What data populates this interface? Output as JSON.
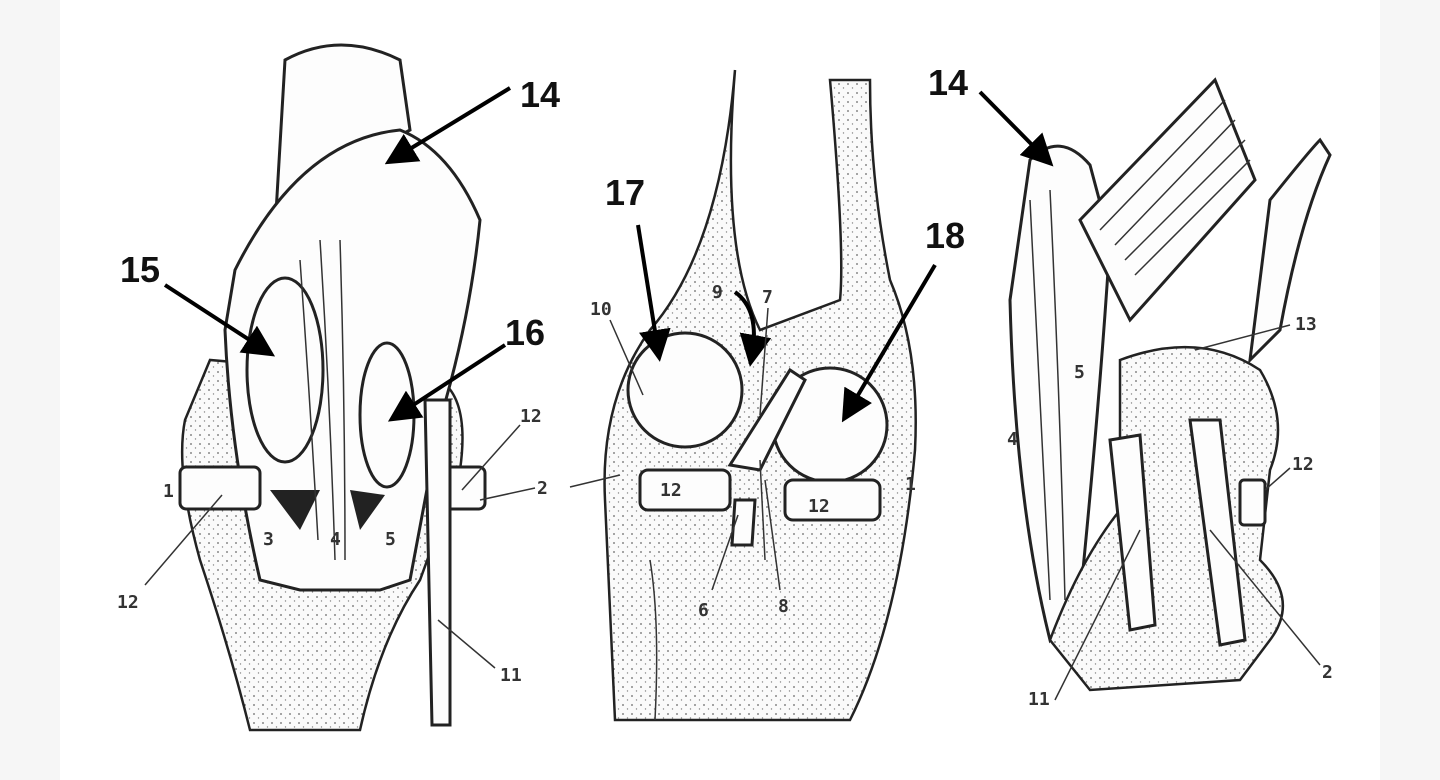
{
  "figure": {
    "left_view": {
      "labels": [
        "14",
        "15",
        "16",
        "1",
        "12",
        "12",
        "3",
        "4",
        "5",
        "2",
        "11"
      ]
    },
    "middle_view": {
      "labels": [
        "17",
        "18",
        "10",
        "9",
        "7",
        "12",
        "12",
        "1",
        "6",
        "8"
      ]
    },
    "right_view": {
      "labels": [
        "14",
        "13",
        "5",
        "4",
        "12",
        "11",
        "2"
      ]
    }
  },
  "colors": {
    "background": "#f6f6f6",
    "ink": "#222222",
    "paper": "#ffffff"
  }
}
